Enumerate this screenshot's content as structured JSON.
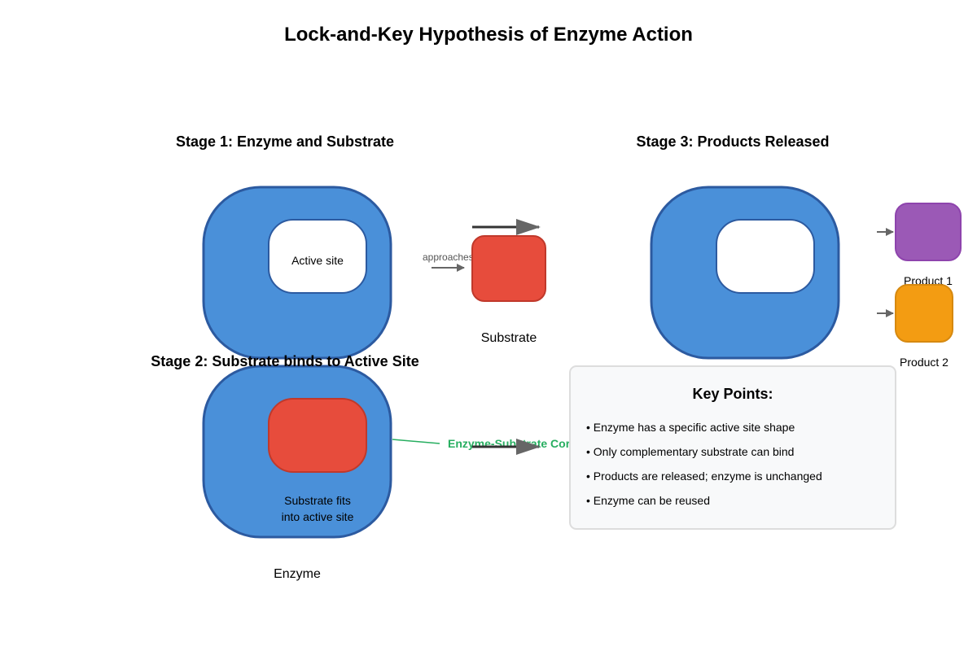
{
  "title": "Lock-and-Key Hypothesis of Enzyme Action",
  "stage1": {
    "title": "Stage 1: Enzyme and Substrate",
    "active_site_label": "Active site",
    "approaches_label": "approaches",
    "substrate_label": "Substrate"
  },
  "stage2": {
    "title": "Stage 2: Substrate binds to Active Site",
    "fits_line1": "Substrate fits",
    "fits_line2": "into active site",
    "enzyme_label": "Enzyme",
    "complex_label": "Enzyme-Substrate Cor"
  },
  "stage3": {
    "title": "Stage 3: Products Released",
    "product1_label": "Product 1",
    "product2_label": "Product 2"
  },
  "key_points": {
    "title": "Key Points:",
    "items": [
      "• Enzyme has a specific active site shape",
      "• Only complementary substrate can bind",
      "• Products are released; enzyme is unchanged",
      "• Enzyme can be reused"
    ]
  },
  "colors": {
    "enzyme_fill": "#4a90d9",
    "enzyme_stroke": "#2c5aa0",
    "substrate_fill": "#e74c3c",
    "substrate_stroke": "#c0392b",
    "product1_fill": "#9b59b6",
    "product1_stroke": "#8e44ad",
    "product2_fill": "#f39c12",
    "product2_stroke": "#d68910",
    "arrow": "#666666",
    "complex_line": "#27ae60",
    "panel_fill": "#f8f9fa",
    "panel_stroke": "#dddddd"
  }
}
